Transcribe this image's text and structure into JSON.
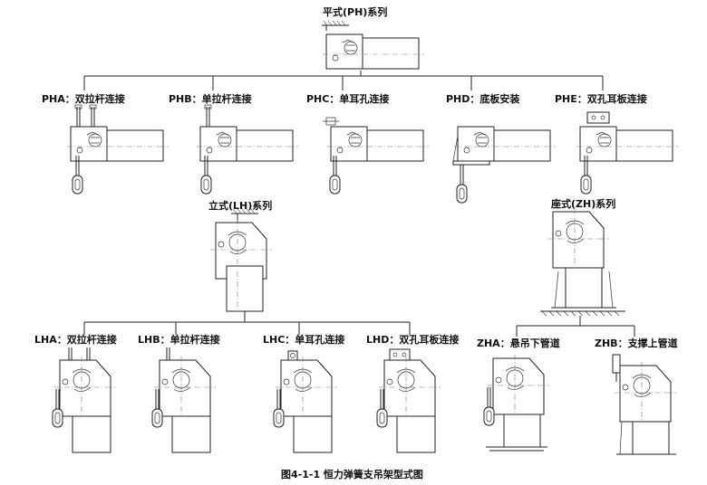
{
  "titles": {
    "ph": "平式(PH)系列",
    "lh": "立式(LH)系列",
    "zh": "座式(ZH)系列"
  },
  "ph_variants": [
    {
      "code": "PHA：",
      "label": "双拉杆连接"
    },
    {
      "code": "PHB：",
      "label": "单拉杆连接"
    },
    {
      "code": "PHC：",
      "label": "单耳孔连接"
    },
    {
      "code": "PHD：",
      "label": "底板安装"
    },
    {
      "code": "PHE：",
      "label": "双孔耳板连接"
    }
  ],
  "lh_variants": [
    {
      "code": "LHA：",
      "label": "双拉杆连接"
    },
    {
      "code": "LHB：",
      "label": "单拉杆连接"
    },
    {
      "code": "LHC：",
      "label": "单耳孔连接"
    },
    {
      "code": "LHD：",
      "label": "双孔耳板连接"
    }
  ],
  "zh_variants": [
    {
      "code": "ZHA：",
      "label": "悬吊下管道"
    },
    {
      "code": "ZHB：",
      "label": "支撑上管道"
    }
  ],
  "caption": "图4-1-1   恒力弹簧支吊架型式图"
}
